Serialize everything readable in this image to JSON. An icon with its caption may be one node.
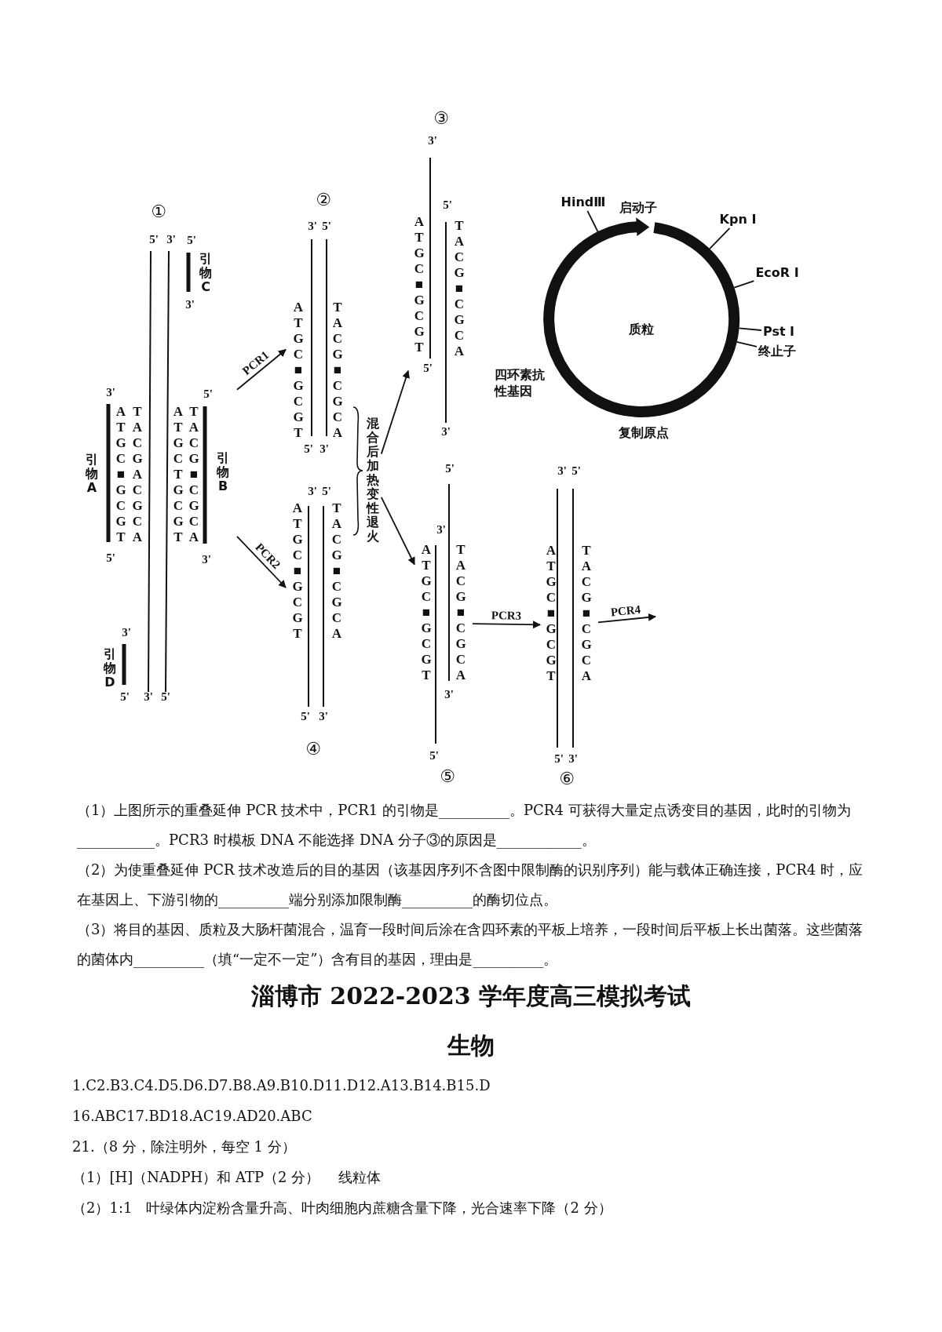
{
  "diagram": {
    "nodes": [
      {
        "text": [
          "①",
          "5'",
          "3'",
          "TACGACGCA",
          "ATGCTGCGT",
          "3'",
          "5'"
        ]
      },
      {
        "text": [
          "5'",
          "引物C",
          "3'"
        ],
        "in": 0
      },
      {
        "text": [
          "3'",
          "引物A",
          "ATGC■GCGT",
          "5'"
        ],
        "in": 0
      },
      {
        "text": [
          "5'",
          "TACG■CGCA",
          "引物B",
          "3'"
        ],
        "in": 0
      },
      {
        "text": [
          "3'",
          "引物D",
          "5'"
        ],
        "in": 0
      },
      {
        "text": [
          "②",
          "3'",
          "5'",
          "ATGC■GCGT",
          "TACG■CGCA",
          "5'",
          "3'"
        ]
      },
      {
        "text": [
          "3'",
          "5'",
          "ATGC■GCGT",
          "TACG■CGCA",
          "5'",
          "3'",
          "④"
        ]
      },
      {
        "text": [
          "混合后加热变性退火"
        ]
      },
      {
        "text": [
          "③",
          "3'",
          "5'",
          "ATGC■GCGT",
          "TACG■CGCA",
          "5'",
          "3'"
        ]
      },
      {
        "text": [
          "5'",
          "3'",
          "ATGC■GCGT",
          "TACG■CGCA",
          "3'",
          "5'",
          "⑤"
        ]
      },
      {
        "text": [
          "3'",
          "5'",
          "ATGC■GCGT",
          "TACG■CGCA",
          "5'",
          "3'",
          "⑥"
        ]
      },
      {
        "text": [
          "质粒"
        ],
        "beside": [
          "启动子",
          "四环素抗性基因",
          "复制原点"
        ]
      },
      {
        "text": [
          "HindⅢ"
        ]
      },
      {
        "text": [
          "Kpn Ⅰ"
        ]
      },
      {
        "text": [
          "EcoR Ⅰ"
        ]
      },
      {
        "text": [
          "Pst Ⅰ"
        ]
      },
      {
        "text": [
          "终止子"
        ]
      }
    ],
    "edges": [
      {
        "from": 0,
        "to": 5,
        "arrow": "to",
        "label": "PCR1"
      },
      {
        "from": 0,
        "to": 6,
        "arrow": "to",
        "label": "PCR2"
      },
      {
        "from": 7,
        "to": 8,
        "arrow": "to"
      },
      {
        "from": 7,
        "to": 9,
        "arrow": "to"
      },
      {
        "from": 9,
        "to": 10,
        "arrow": "to",
        "label": "PCR3"
      },
      {
        "from": 10,
        "to": null,
        "arrow": "to",
        "label": "PCR4"
      },
      {
        "from": 12,
        "to": 11,
        "arrow": "none"
      },
      {
        "from": 13,
        "to": 11,
        "arrow": "none"
      },
      {
        "from": 14,
        "to": 11,
        "arrow": "none"
      },
      {
        "from": 15,
        "to": 11,
        "arrow": "none"
      },
      {
        "from": 16,
        "to": 11,
        "arrow": "none"
      }
    ],
    "labels": [
      "（1）上图所示的重叠延伸 PCR 技术中，PCR1 的引物是__________。PCR4 可获得大量定点诱变目的基因，此时的引物为___________。PCR3 时模板 DNA 不能选择 DNA 分子③的原因是____________。",
      "（2）为使重叠延伸 PCR 技术改造后的目的基因（该基因序列不含图中限制酶的识别序列）能与载体正确连接，PCR4 时，应在基因上、下游引物的__________端分别添加限制酶__________的酶切位点。",
      "（3）将目的基因、质粒及大肠杆菌混合，温育一段时间后涂在含四环素的平板上培养，一段时间后平板上长出菌落。这些菌落的菌体内__________（填“一定不一定”）含有目的基因，理由是__________。",
      "淄博市 2022-2023 学年度高三模拟考试",
      "生物",
      "1.C2.B3.C4.D5.D6.D7.B8.A9.B10.D11.D12.A13.B14.B15.D",
      "16.ABC17.BD18.AC19.AD20.ABC",
      "21.（8 分，除注明外，每空 1 分）",
      "（1）[H]（NADPH）和 ATP（2 分）　 线粒体",
      "（2）1:1　叶绿体内淀粉含量升高、叶肉细胞内蔗糖含量下降，光合速率下降（2 分）"
    ]
  }
}
